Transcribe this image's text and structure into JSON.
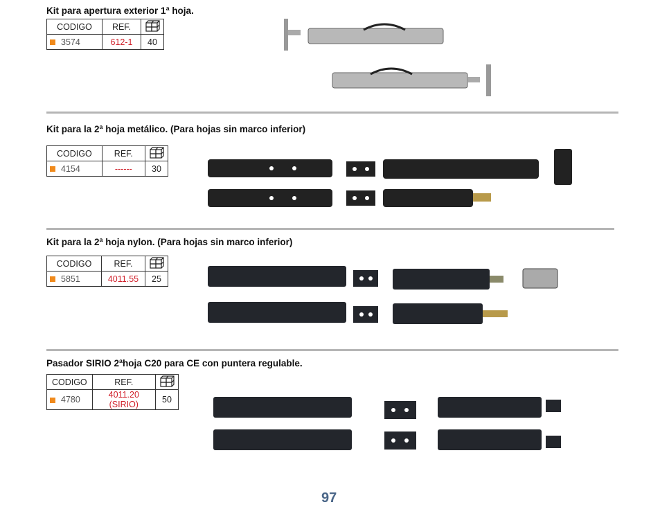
{
  "sections": [
    {
      "title": "Kit para apertura exterior 1ª hoja.",
      "headers": {
        "code": "CODIGO",
        "ref": "REF."
      },
      "code": "3574",
      "ref": "612-1",
      "qty": "40",
      "box_icon": "box-icon"
    },
    {
      "title": "Kit para la 2ª hoja metálico. (Para hojas sin marco inferior)",
      "headers": {
        "code": "CODIGO",
        "ref": "REF."
      },
      "code": "4154",
      "ref": "------",
      "qty": "30",
      "box_icon": "box-icon"
    },
    {
      "title": "Kit para la 2ª hoja nylon. (Para hojas sin marco inferior)",
      "headers": {
        "code": "CODIGO",
        "ref": "REF."
      },
      "code": "5851",
      "ref": "4011.55",
      "qty": "25",
      "box_icon": "box-icon"
    },
    {
      "title": "Pasador SIRIO 2ªhoja C20 para CE con puntera regulable.",
      "headers": {
        "code": "CODIGO",
        "ref": "REF."
      },
      "code": "4780",
      "ref": "4011.20 (SIRIO)",
      "qty": "50",
      "box_icon": "box-icon"
    }
  ],
  "page_number": "97",
  "colors": {
    "bullet": "#f08a1c",
    "ref": "#d0202a",
    "page_number": "#4a6688"
  }
}
